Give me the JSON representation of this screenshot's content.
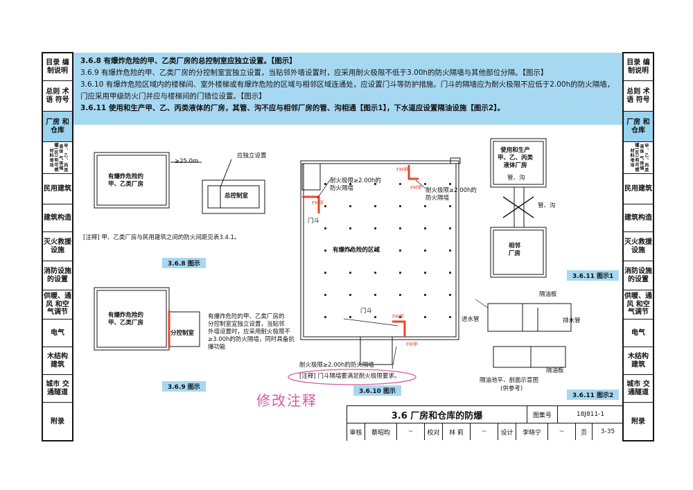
{
  "left_tabs": [
    {
      "label": "目录 编制说明",
      "active": false
    },
    {
      "label": "总则 术语 符号",
      "active": false
    },
    {
      "label": "厂房 和仓库",
      "active": true
    },
    {
      "label": "甲、乙、丙类液体 气体储罐(区)和可燃材料堆场",
      "active": false
    },
    {
      "label": "民用建筑",
      "active": false
    },
    {
      "label": "建筑构造",
      "active": false
    },
    {
      "label": "灭火救援 设施",
      "active": false
    },
    {
      "label": "消防设施 的设置",
      "active": false
    },
    {
      "label": "供暖、通风 和空气调节",
      "active": false
    },
    {
      "label": "电气",
      "active": false
    },
    {
      "label": "木结构 建筑",
      "active": false
    },
    {
      "label": "城市 交通隧道",
      "active": false
    },
    {
      "label": "附录",
      "active": false
    }
  ],
  "right_tabs": [
    {
      "label": "目录 编制说明",
      "active": false
    },
    {
      "label": "总则 术语 符号",
      "active": false
    },
    {
      "label": "厂房 和仓库",
      "active": true
    },
    {
      "label": "甲、乙、丙类液体 气体储罐(区)和可燃材料堆场",
      "active": false
    },
    {
      "label": "民用建筑",
      "active": false
    },
    {
      "label": "建筑构造",
      "active": false
    },
    {
      "label": "灭火救援 设施",
      "active": false
    },
    {
      "label": "消防设施 的设置",
      "active": false
    },
    {
      "label": "供暖、通风 和空气调节",
      "active": false
    },
    {
      "label": "电气",
      "active": false
    },
    {
      "label": "木结构 建筑",
      "active": false
    },
    {
      "label": "城市 交通隧道",
      "active": false
    },
    {
      "label": "附录",
      "active": false
    }
  ],
  "spec": {
    "p1": "3.6.8 有爆炸危险的甲、乙类厂房的总控制室应独立设置。【图示】",
    "p2": "3.6.9 有爆炸危险的甲、乙类厂房的分控制室宜独立设置，当贴邻外墙设置时，应采用耐火极限不低于3.00h的防火隔墙与其他部位分隔。【图示】",
    "p3": "3.6.10  有爆炸危险区域内的楼梯间、室外楼梯或有爆炸危险的区域与相邻区域连通处，应设置门斗等防护措施。门斗的隔墙应为耐火极限不应低于2.00h的防火隔墙，门应采用甲级防火门并应与楼梯间的门错位设置。【图示】",
    "p4": "3.6.11 使用和生产甲、乙、丙类液体的厂房，其管、沟不应与相邻厂房的管、沟相通【图示1】，下水道应设置隔油设施【图示2】。"
  },
  "fig368": {
    "plant": "有爆炸危险的\n甲、乙类厂房",
    "distance": "≥25.0m",
    "setup_note": "应独立设置",
    "room": "总控制室",
    "note": "[注释] 甲、乙类厂房与民用建筑之间的防火间距见表3.4.1。",
    "caption": "3.6.8 图示"
  },
  "fig369": {
    "plant": "有爆炸危险的\n甲、乙类厂房",
    "room": "分控制室",
    "desc": "有爆炸危险的甲、乙类厂房的\n分控制室宜独立设置，当贴邻\n外墙设置时，应采用耐火极限不\n≥3.00h的防火隔墙，同时具备抗\n爆功能",
    "caption": "3.6.9 图示"
  },
  "fig3610": {
    "area": "有爆炸危险的区域",
    "wall1": "耐火极限≥2.00h的\n防火隔墙",
    "wall2": "耐火极限≥2.00h的\n防火隔墙",
    "door1": "门斗",
    "door2": "门斗",
    "fm1": "FM甲",
    "fm2": "FM甲",
    "fm3": "FM甲",
    "fm4": "FM甲",
    "fm5": "FM甲",
    "bottom_wall": "耐火极限≥2.00h的防火隔墙",
    "note": "[注释] 门斗隔墙要满足耐火极限要求。",
    "caption": "3.6.10 图示",
    "stamp": "修改注释"
  },
  "fig3611": {
    "top": "使用和生产\n甲、乙、丙类\n液体厂房",
    "pipe1": "管、沟",
    "pipe2": "管、沟",
    "adjacent": "相邻\n厂房",
    "caption1": "3.6.11 图示1",
    "oil_board1": "隔油板",
    "inlet": "进水管",
    "outlet": "排水管",
    "oil_board2": "隔油板",
    "tank": "隔油池平、剖面示意图",
    "ref": "(供参考)",
    "caption2": "3.6.11 图示2"
  },
  "titleblock": {
    "title": "3.6 厂房和仓库的防爆",
    "atlas_label": "图集号",
    "atlas_no": "18J811-1",
    "review_label": "审核",
    "reviewer": "蔡昭昀",
    "check_label": "校对",
    "checker": "林 莉",
    "design_label": "设计",
    "designer": "李晓宁",
    "page_label": "页",
    "page_no": "3-35"
  },
  "colors": {
    "accent_blue": "#a7d8f2",
    "active_tab": "#9ad4f0",
    "fire_red": "#e8452c",
    "stamp_pink": "#d25a9b"
  }
}
